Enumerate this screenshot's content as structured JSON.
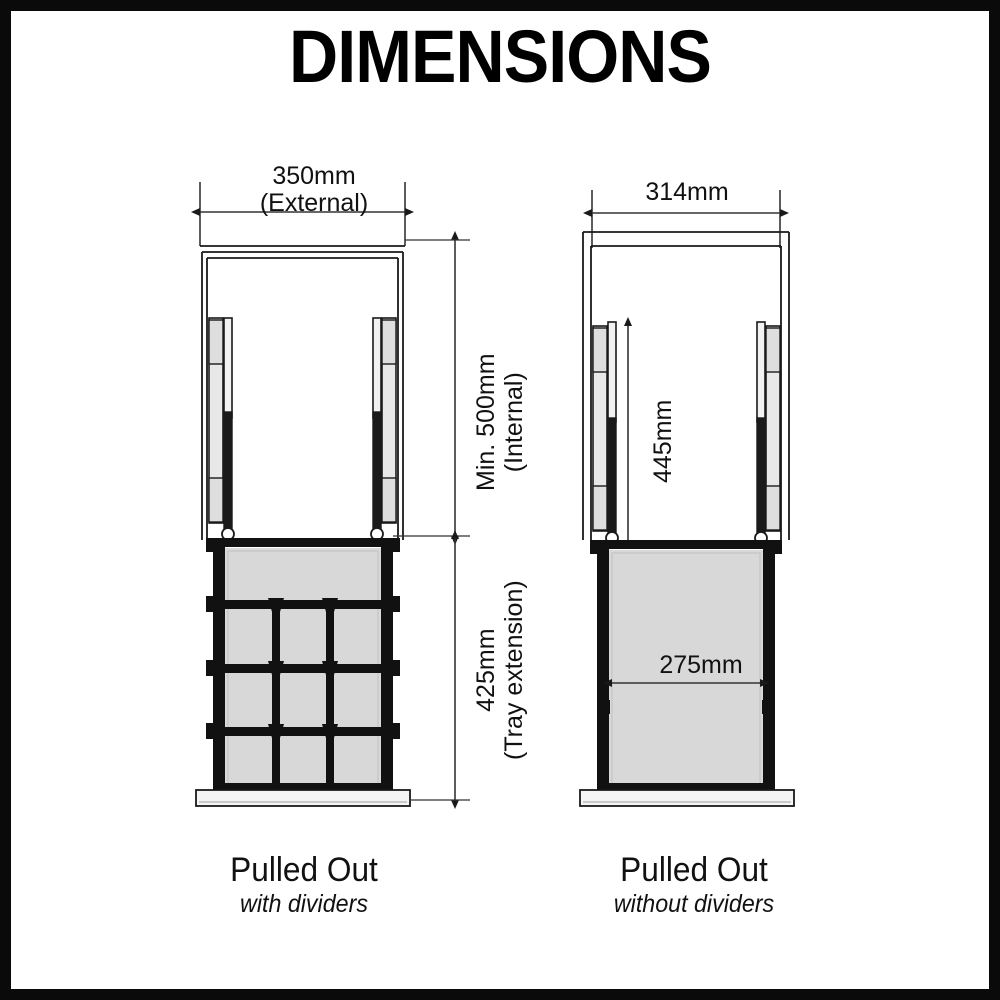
{
  "page": {
    "title": "DIMENSIONS",
    "border_color": "#0a0a0a",
    "background": "#ffffff",
    "line_color": "#1a1a1a",
    "tray_fill": "#d8d8d8"
  },
  "left_view": {
    "caption_main": "Pulled Out",
    "caption_sub": "with dividers",
    "dimensions": {
      "width_value": "350mm",
      "width_note": "(External)",
      "depth_value": "Min. 500mm",
      "depth_note": "(Internal)",
      "extension_value": "425mm",
      "extension_note": "(Tray extension)"
    }
  },
  "right_view": {
    "caption_main": "Pulled Out",
    "caption_sub": "without dividers",
    "dimensions": {
      "width_value": "314mm",
      "runner_value": "445mm",
      "tray_width_value": "275mm"
    }
  },
  "chart_data": {
    "type": "table",
    "title": "DIMENSIONS",
    "views": [
      {
        "name": "Pulled Out with dividers",
        "measurements": [
          {
            "label": "Width (External)",
            "value": 350,
            "unit": "mm",
            "text": "350mm (External)"
          },
          {
            "label": "Depth (Internal, minimum)",
            "value": 500,
            "unit": "mm",
            "text": "Min. 500mm (Internal)"
          },
          {
            "label": "Tray extension",
            "value": 425,
            "unit": "mm",
            "text": "425mm (Tray extension)"
          }
        ]
      },
      {
        "name": "Pulled Out without dividers",
        "measurements": [
          {
            "label": "Width",
            "value": 314,
            "unit": "mm",
            "text": "314mm"
          },
          {
            "label": "Runner length",
            "value": 445,
            "unit": "mm",
            "text": "445mm"
          },
          {
            "label": "Tray internal width",
            "value": 275,
            "unit": "mm",
            "text": "275mm"
          }
        ]
      }
    ]
  }
}
